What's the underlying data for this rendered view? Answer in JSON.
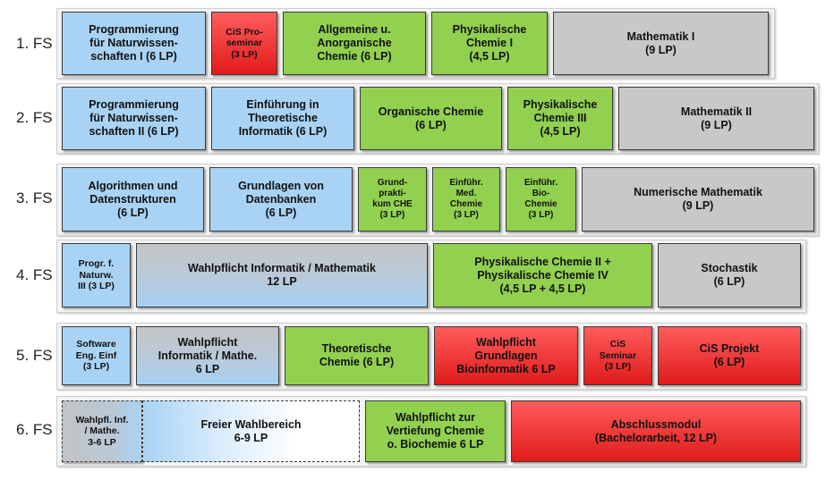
{
  "semesters": {
    "s1": "1. FS",
    "s2": "2. FS",
    "s3": "3. FS",
    "s4": "4. FS",
    "s5": "5. FS",
    "s6": "6. FS"
  },
  "modules": {
    "r1_prog": "Programmierung\nfür Naturwissen-\nschaften I (6 LP)",
    "r1_cis_pro": "CiS Pro-\nseminar\n(3 LP)",
    "r1_anorg": "Allgemeine u.\nAnorganische\nChemie (6 LP)",
    "r1_pc1": "Physikalische\nChemie I\n(4,5 LP)",
    "r1_math1": "Mathematik I\n(9 LP)",
    "r2_prog": "Programmierung\nfür Naturwissen-\nschaften II (6 LP)",
    "r2_ti": "Einführung in\nTheoretische\nInformatik (6 LP)",
    "r2_oc": "Organische Chemie\n(6 LP)",
    "r2_pc3": "Physikalische\nChemie III\n(4,5 LP)",
    "r2_math2": "Mathematik II\n(9 LP)",
    "r3_algo": "Algorithmen und\nDatenstrukturen\n(6 LP)",
    "r3_db": "Grundlagen von\nDatenbanken\n(6 LP)",
    "r3_gp": "Grund-\nprakti-\nkum CHE\n(3 LP)",
    "r3_medchem": "Einführ.\nMed.\nChemie\n(3 LP)",
    "r3_biochem": "Einführ.\nBio-\nChemie\n(3 LP)",
    "r3_num": "Numerische Mathematik\n(9 LP)",
    "r4_prog3": "Progr. f.\nNaturw.\nIII (3 LP)",
    "r4_wpf": "Wahlpflicht Informatik / Mathematik\n12 LP",
    "r4_pc24": "Physikalische Chemie II +\nPhysikalische Chemie IV\n(4,5 LP + 4,5 LP)",
    "r4_stoch": "Stochastik\n(6 LP)",
    "r5_se": "Software\nEng. Einf\n(3 LP)",
    "r5_wpf": "Wahlpflicht\nInformatik / Mathe.\n6 LP",
    "r5_tc": "Theoretische\nChemie (6 LP)",
    "r5_bioinf": "Wahlpflicht\nGrundlagen\nBioinformatik 6 LP",
    "r5_cis_sem": "CiS\nSeminar\n(3 LP)",
    "r5_cis_proj": "CiS Projekt\n(6 LP)",
    "r6_wpf": "Wahlpfl. Inf.\n/ Mathe.\n3-6 LP",
    "r6_frei": "Freier Wahlbereich\n6-9 LP",
    "r6_vert": "Wahlpflicht zur\nVertiefung Chemie\no. Biochemie 6 LP",
    "r6_abschluss": "Abschlussmodul\n(Bachelorarbeit, 12 LP)"
  },
  "colors": {
    "informatik": "#a9d3f5",
    "cis": "#e01b1b",
    "chemie": "#92d050",
    "mathematik": "#c8c8c8"
  }
}
